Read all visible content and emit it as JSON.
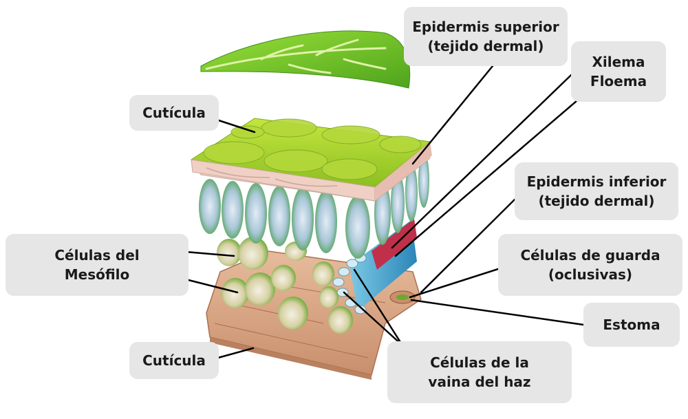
{
  "labels": {
    "epidermis_superior": {
      "line1": "Epidermis superior",
      "line2": "(tejido dermal)"
    },
    "xilema": "Xilema",
    "floema": "Floema",
    "cuticula_top": "Cutícula",
    "epidermis_inferior": {
      "line1": "Epidermis inferior",
      "line2": "(tejido dermal)"
    },
    "mesofilo": {
      "line1": "Células del",
      "line2": "Mesófilo"
    },
    "guarda": {
      "line1": "Células de guarda",
      "line2": "(oclusivas)"
    },
    "estoma": "Estoma",
    "cuticula_bottom": "Cutícula",
    "vaina": {
      "line1": "Células de la",
      "line2": "vaina del haz"
    }
  },
  "colors": {
    "label_bg": "#e6e6e6",
    "leaf_green": "#8fce2a",
    "epidermis_pink": "#f3d9d0",
    "lower_tissue": "#d9a98a",
    "xylem_blue": "#3b9ec9",
    "phloem_red": "#c0304a"
  }
}
